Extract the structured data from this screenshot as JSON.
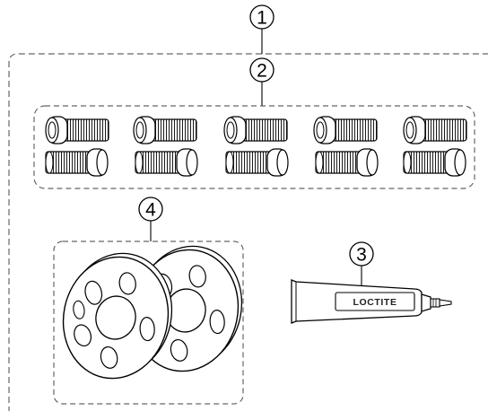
{
  "callouts": {
    "kit": "1",
    "screws": "2",
    "adhesive": "3",
    "washers": "4"
  },
  "adhesive_tube": {
    "brand": "LOCTITE"
  },
  "screws": {
    "rows": 2,
    "per_row": 5
  },
  "washers": {
    "count": 2,
    "holes_per_washer": 6
  },
  "colors": {
    "line": "#000000",
    "dash": "#666666",
    "background": "#ffffff"
  }
}
